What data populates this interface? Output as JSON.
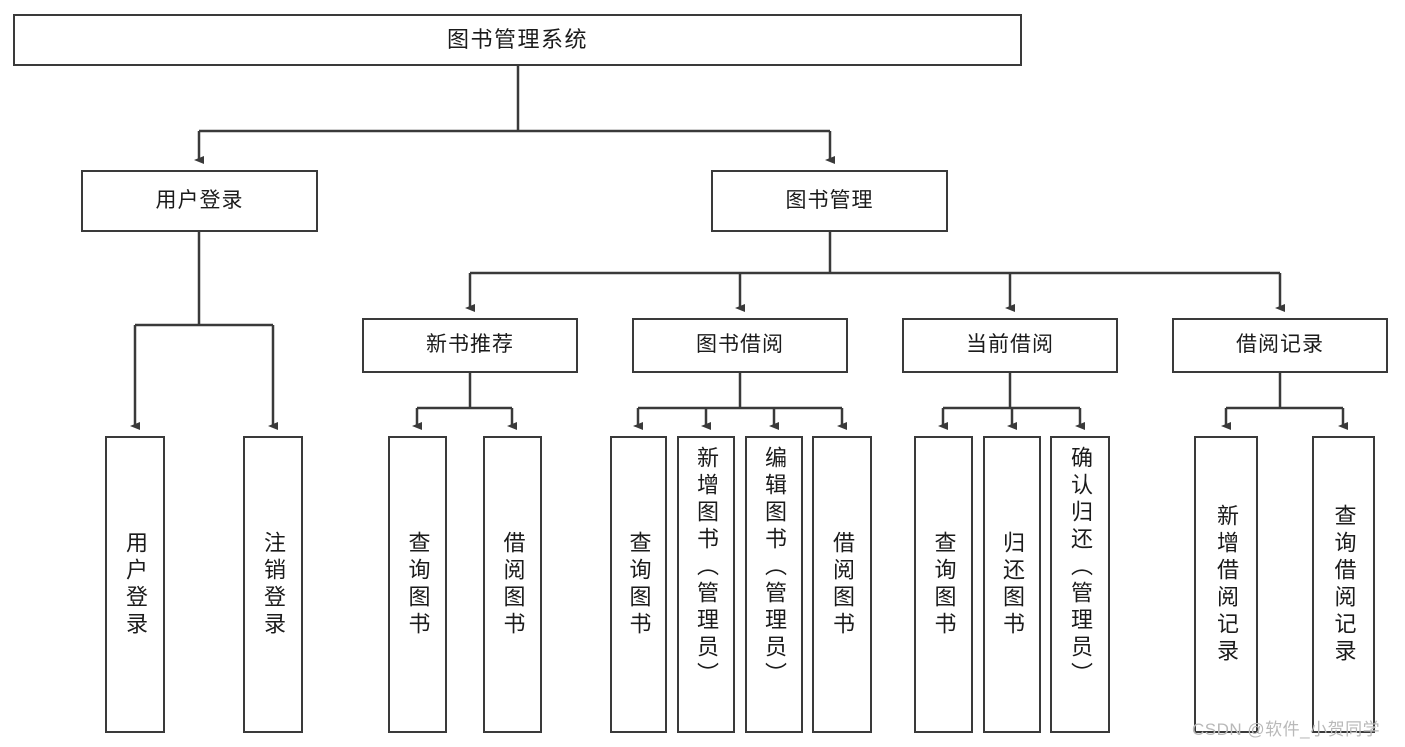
{
  "diagram": {
    "title_node": {
      "label": "图书管理系统"
    },
    "level2": [
      {
        "id": "user-login",
        "label": "用户登录"
      },
      {
        "id": "book-manage",
        "label": "图书管理"
      }
    ],
    "level3": [
      {
        "id": "new-book-recommend",
        "label": "新书推荐"
      },
      {
        "id": "book-borrow",
        "label": "图书借阅"
      },
      {
        "id": "current-borrow",
        "label": "当前借阅"
      },
      {
        "id": "borrow-record",
        "label": "借阅记录"
      }
    ],
    "leaves": [
      {
        "id": "leaf-user-login",
        "label": "用户登录",
        "align": "center"
      },
      {
        "id": "leaf-logout-login",
        "label": "注销登录",
        "align": "center"
      },
      {
        "id": "leaf-query-book-1",
        "label": "查询图书",
        "align": "center"
      },
      {
        "id": "leaf-borrow-book-1",
        "label": "借阅图书",
        "align": "center"
      },
      {
        "id": "leaf-query-book-2",
        "label": "查询图书",
        "align": "center"
      },
      {
        "id": "leaf-add-book",
        "label": "新增图书（管理员）",
        "align": "top"
      },
      {
        "id": "leaf-edit-book",
        "label": "编辑图书（管理员）",
        "align": "top"
      },
      {
        "id": "leaf-borrow-book-2",
        "label": "借阅图书",
        "align": "center"
      },
      {
        "id": "leaf-query-book-3",
        "label": "查询图书",
        "align": "center"
      },
      {
        "id": "leaf-return-book",
        "label": "归还图书",
        "align": "center"
      },
      {
        "id": "leaf-confirm-return",
        "label": "确认归还（管理员）",
        "align": "top"
      },
      {
        "id": "leaf-add-record",
        "label": "新增借阅记录",
        "align": "center"
      },
      {
        "id": "leaf-query-record",
        "label": "查询借阅记录",
        "align": "center"
      }
    ],
    "watermark": "CSDN @软件_小贺同学",
    "colors": {
      "stroke": "#3a3a3a",
      "text": "#1b1b1b",
      "background": "#ffffff",
      "watermark": "#b9b9b9"
    }
  }
}
